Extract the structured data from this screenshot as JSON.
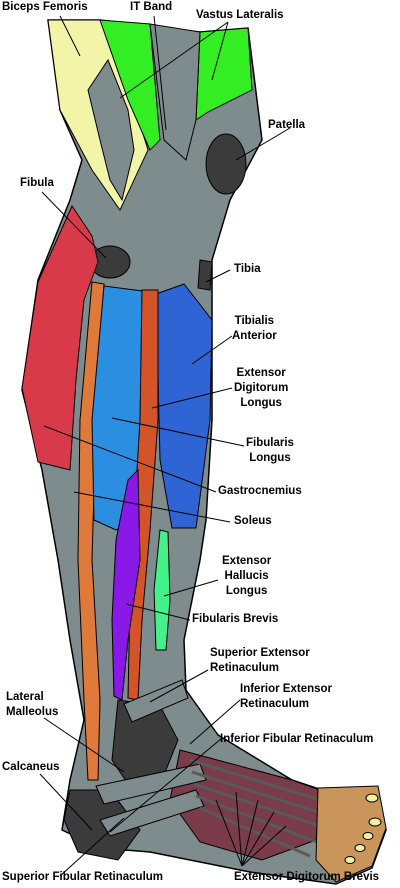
{
  "labels": {
    "biceps_femoris": "Biceps Femoris",
    "it_band": "IT Band",
    "vastus_lateralis": "Vastus Lateralis",
    "patella": "Patella",
    "fibula": "Fibula",
    "tibia": "Tibia",
    "tibialis_anterior": [
      "Tibialis",
      "Anterior"
    ],
    "extensor_digitorum_longus": [
      "Extensor",
      "Digitorum",
      "Longus"
    ],
    "fibularis_longus": [
      "Fibularis",
      "Longus"
    ],
    "gastrocnemius": "Gastrocnemius",
    "soleus": "Soleus",
    "extensor_hallucis_longus": [
      "Extensor",
      "Hallucis",
      "Longus"
    ],
    "fibularis_brevis": "Fibularis Brevis",
    "superior_extensor_retinaculum": [
      "Superior Extensor",
      "Retinaculum"
    ],
    "inferior_extensor_retinaculum": [
      "Inferior Extensor",
      "Retinaculum"
    ],
    "lateral_malleolus": [
      "Lateral",
      "Malleolus"
    ],
    "inferior_fibular_retinaculum": "Inferior Fibular Retinaculum",
    "calcaneus": "Calcaneus",
    "superior_fibular_retinaculum": "Superior Fibular Retinaculum",
    "extensor_digitorum_brevis": "Extensor Digitorum Brevis"
  },
  "colors": {
    "skin_gray": "#7f8c8d",
    "dark_gray": "#3b3b3b",
    "biceps_yellow": "#f2f5a8",
    "vastus_green": "#33ee22",
    "fibular_red": "#d93a4a",
    "fibula_orange": "#e07a3a",
    "soleus_blue": "#2b8ee0",
    "tibialis_blue": "#2f64d4",
    "edl_orange": "#d4542a",
    "fibularis_purple": "#8a18e6",
    "hallucis_green": "#44f08a",
    "foot_maroon": "#7a3b4a",
    "toe_tan": "#c9955a",
    "nail_yellow": "#f5f0a0"
  }
}
